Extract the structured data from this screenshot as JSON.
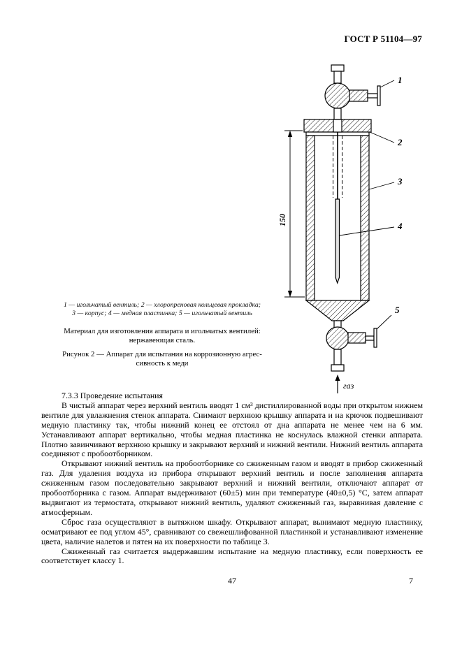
{
  "header": {
    "doc_number": "ГОСТ Р 51104—97"
  },
  "figure": {
    "dimension_label": "150",
    "gas_label": "газ",
    "callouts": {
      "n1": "1",
      "n2": "2",
      "n3": "3",
      "n4": "4",
      "n5": "5"
    },
    "legend": {
      "line1": "1 — игольчатый вентиль; 2 — хлоропреновая кольцевая прокладка;",
      "line2": "3 — корпус; 4 — медная пластинка; 5 — игольчатый вентиль"
    },
    "material": {
      "line1": "Материал для изготовления аппарата и игольчатых вентилей:",
      "line2": "нержавеющая сталь."
    },
    "caption": {
      "line1": "Рисунок 2 — Аппарат для испытания на коррозионную агрес-",
      "line2": "сивность к меди"
    }
  },
  "body": {
    "section_heading": "7.3.3 Проведение испытания",
    "paragraphs": [
      "В чистый аппарат через верхний вентиль вводят 1 см³ дистиллированной воды при открытом нижнем вентиле для увлажнения стенок аппарата. Снимают верхнюю крышку аппарата и на крючок подвешивают медную пластинку так, чтобы нижний конец ее отстоял от дна аппарата не менее чем на 6 мм. Устанавливают аппарат вертикально, чтобы медная пластинка не коснулась влажной стенки аппарата. Плотно завинчивают верхнюю крышку и закрывают верхний и нижний вентили. Нижний вентиль аппарата соединяют с пробоотборником.",
      "Открывают нижний вентиль на пробоотборнике со сжиженным газом и вводят в прибор сжиженный газ. Для удаления воздуха из прибора открывают верхний вентиль и после заполнения аппарата сжиженным газом последовательно закрывают верхний и нижний вентили, отключают аппарат от пробоотборника с газом. Аппарат выдерживают (60±5) мин при температуре (40±0,5) °С, затем аппарат выдвигают из термостата, открывают нижний вентиль, удаляют сжиженный газ, выравнивая давление с атмосферным.",
      "Сброс газа осуществляют в вытяжном шкафу. Открывают аппарат, вынимают медную пластинку, осматривают ее под углом 45°, сравнивают со свежешлифованной пластинкой и устанавливают изменение цвета, наличие налетов и пятен на их поверхности по таблице 3.",
      "Сжиженный газ считается выдержавшим испытание на медную пластинку, если поверхность ее соответствует классу 1."
    ]
  },
  "footer": {
    "page_center": "47",
    "page_right": "7"
  }
}
